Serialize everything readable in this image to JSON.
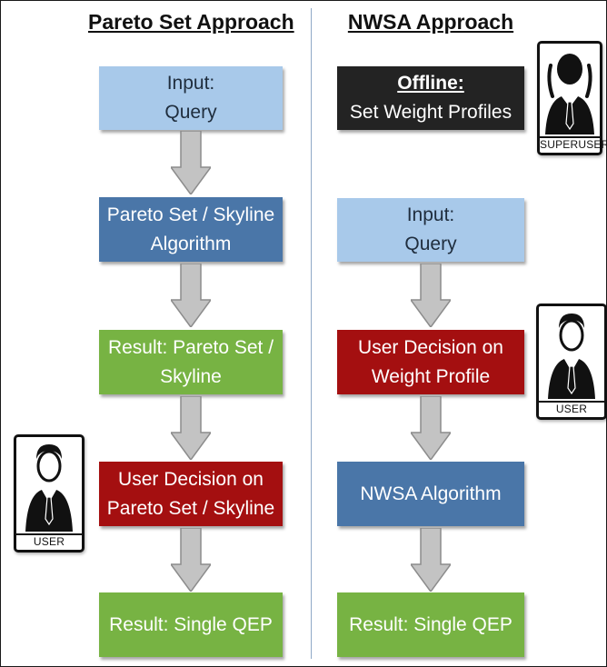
{
  "headings": {
    "left": "Pareto Set Approach",
    "right": "NWSA Approach"
  },
  "left_flow": {
    "input": {
      "line1": "Input:",
      "line2": "Query"
    },
    "algorithm": {
      "line1": "Pareto Set / Skyline",
      "line2": "Algorithm"
    },
    "result_set": {
      "line1": "Result: Pareto Set /",
      "line2": "Skyline"
    },
    "decision": {
      "line1": "User Decision on",
      "line2": "Pareto Set / Skyline"
    },
    "final": {
      "line1": "Result: Single QEP"
    }
  },
  "right_flow": {
    "offline": {
      "line1": "Offline:",
      "line2": "Set Weight Profiles"
    },
    "input": {
      "line1": "Input:",
      "line2": "Query"
    },
    "decision": {
      "line1": "User Decision on",
      "line2": "Weight Profile"
    },
    "algorithm": {
      "line1": "NWSA Algorithm"
    },
    "final": {
      "line1": "Result: Single QEP"
    }
  },
  "icons": {
    "superuser": {
      "name": "superuser-icon",
      "label": "SUPERUSER"
    },
    "user_right": {
      "name": "user-icon",
      "label": "USER"
    },
    "user_left": {
      "name": "user-icon",
      "label": "USER"
    }
  },
  "colors": {
    "light_blue": "#a8c9ea",
    "dark_blue": "#4a76a8",
    "green": "#77b343",
    "red": "#a40f10",
    "black": "#232323",
    "arrow_gray": "#c3c3c3"
  }
}
